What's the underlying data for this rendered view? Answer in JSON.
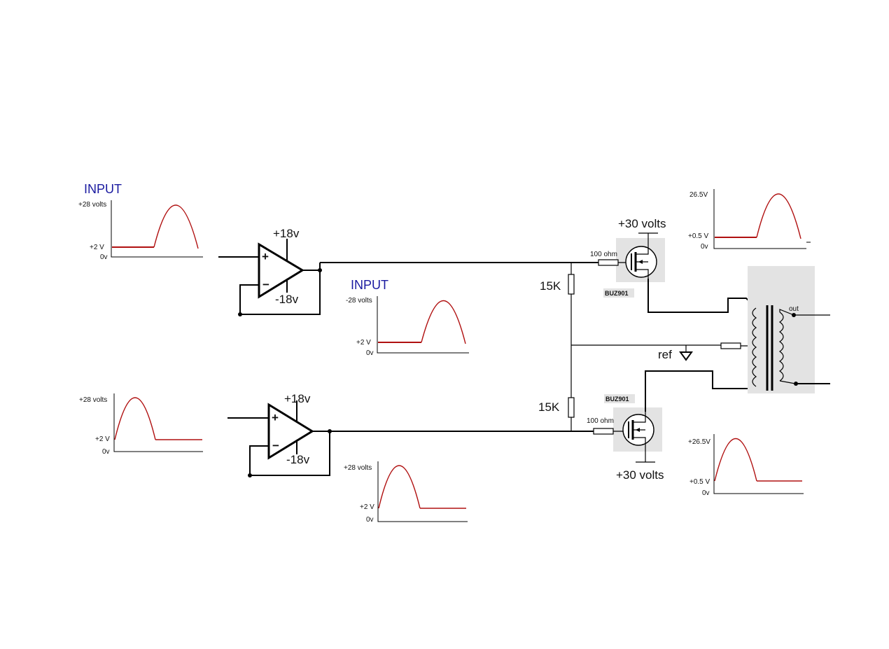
{
  "labels": {
    "input_top_left": "INPUT",
    "input_mid": "INPUT",
    "rail_top_opamp_pos": "+18v",
    "rail_top_opamp_neg": "-18v",
    "rail_bot_opamp_pos": "+18v",
    "rail_bot_opamp_neg": "-18v",
    "plus_sign": "+",
    "minus_sign": "−",
    "mosfet_top_supply": "+30 volts",
    "mosfet_bot_supply": "+30 volts",
    "gate_res_top": "100 ohm",
    "gate_res_bot": "100 ohm",
    "mosfet_top_part": "BUZ901",
    "mosfet_bot_part": "BUZ901",
    "res_top": "15K",
    "res_bot": "15K",
    "ref": "ref",
    "out": "out"
  },
  "waveforms": [
    {
      "id": "in-top",
      "y_top_label": "+28 volts",
      "y_mid_label": "+2 V",
      "y_zero_label": "0v"
    },
    {
      "id": "in-mid",
      "y_top_label": "-28 volts",
      "y_mid_label": "+2 V",
      "y_zero_label": "0v"
    },
    {
      "id": "in-bot",
      "y_top_label": "+28 volts",
      "y_mid_label": "+2 V",
      "y_zero_label": "0v"
    },
    {
      "id": "mid-bot",
      "y_top_label": "+28 volts",
      "y_mid_label": "+2 V",
      "y_zero_label": "0v"
    },
    {
      "id": "out-top",
      "y_top_label": "26.5V",
      "y_mid_label": "+0.5 V",
      "y_zero_label": "0v"
    },
    {
      "id": "out-bot",
      "y_top_label": "+26.5V",
      "y_mid_label": "+0.5 V",
      "y_zero_label": "0v"
    }
  ],
  "colors": {
    "signal": "#b01010",
    "input_title": "#1a1aa0",
    "component_shade": "#e3e3e3"
  }
}
